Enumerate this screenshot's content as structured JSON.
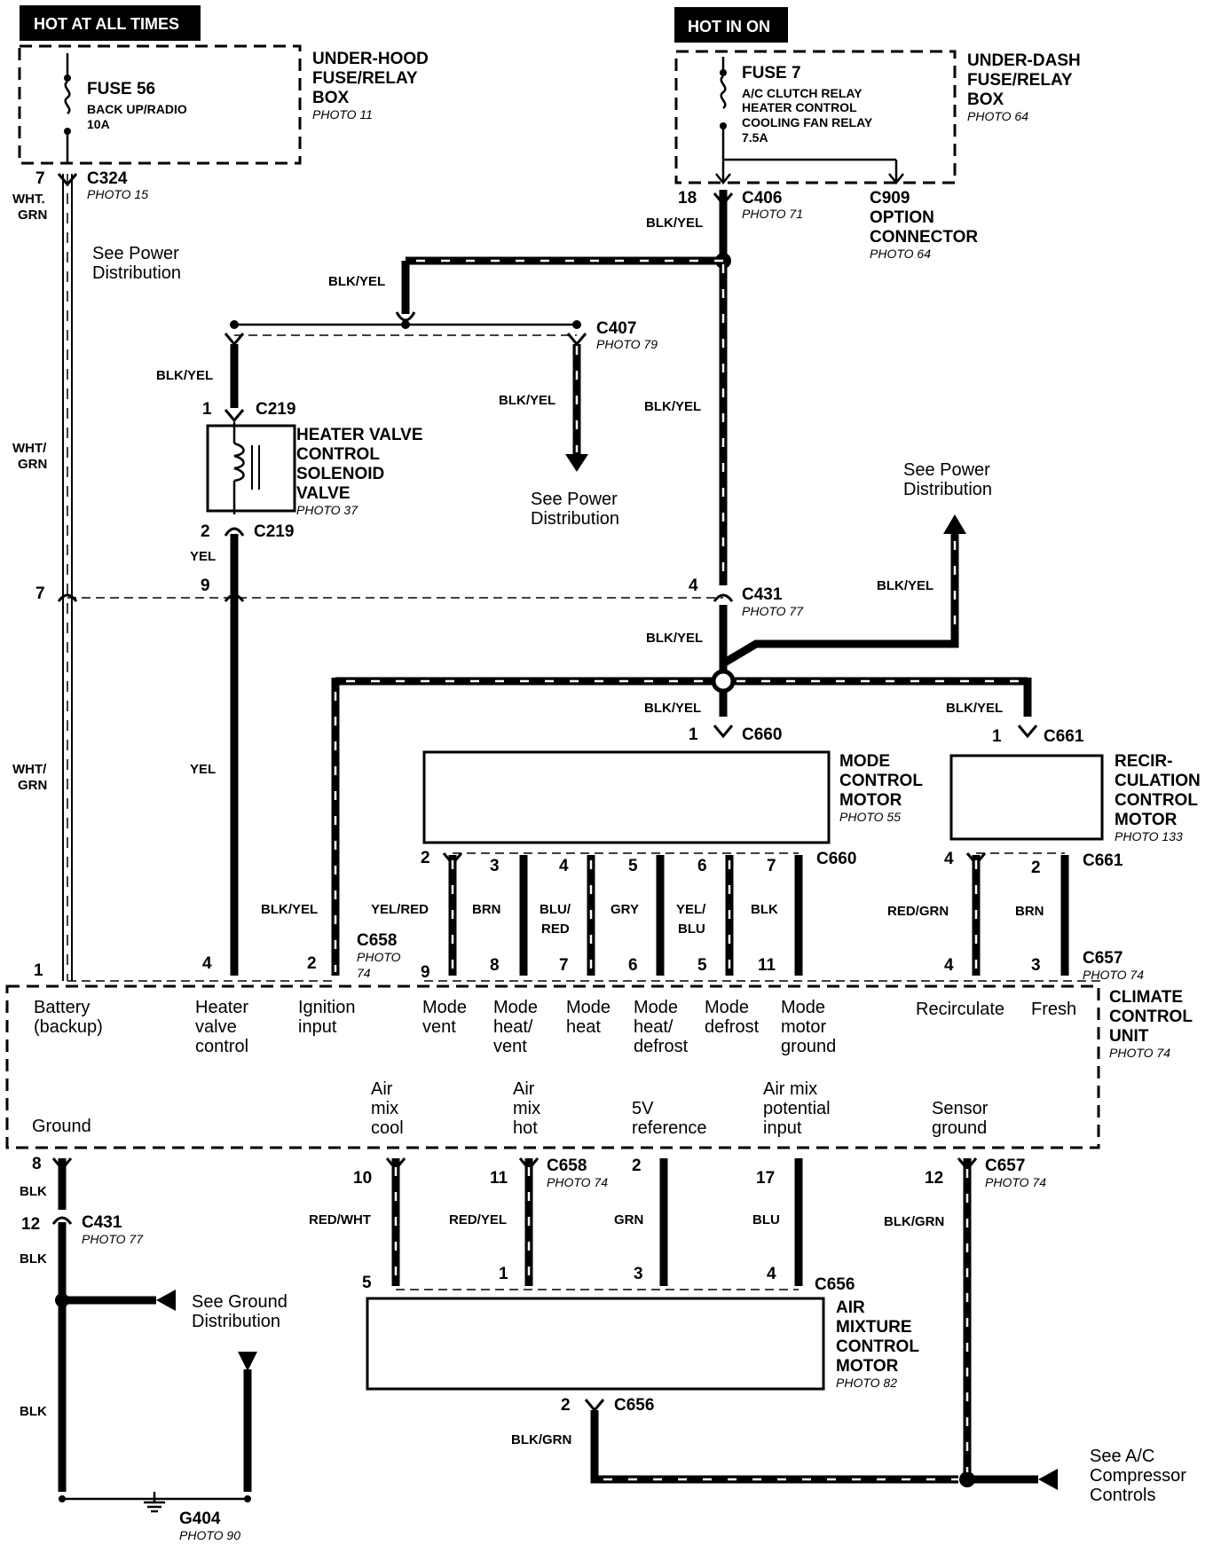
{
  "badges": {
    "hot_all": "HOT AT ALL TIMES",
    "hot_on": "HOT IN ON"
  },
  "underhood": {
    "title_l1": "UNDER-HOOD",
    "title_l2": "FUSE/RELAY",
    "title_l3": "BOX",
    "photo": "PHOTO 11",
    "fuse": "FUSE 56",
    "fuse_desc": "BACK UP/RADIO",
    "fuse_amp": "10A"
  },
  "underdash": {
    "title_l1": "UNDER-DASH",
    "title_l2": "FUSE/RELAY",
    "title_l3": "BOX",
    "photo": "PHOTO 64",
    "fuse": "FUSE 7",
    "fuse_l1": "A/C CLUTCH RELAY",
    "fuse_l2": "HEATER CONTROL",
    "fuse_l3": "COOLING FAN RELAY",
    "fuse_amp": "7.5A"
  },
  "connectors": {
    "c324": "C324",
    "c324_photo": "PHOTO 15",
    "c406": "C406",
    "c406_photo": "PHOTO 71",
    "c909_l1": "C909",
    "c909_l2": "OPTION",
    "c909_l3": "CONNECTOR",
    "c909_photo": "PHOTO 64",
    "c407": "C407",
    "c407_photo": "PHOTO 79",
    "c219": "C219",
    "c431": "C431",
    "c431_photo": "PHOTO 77",
    "c660": "C660",
    "c661": "C661",
    "c658": "C658",
    "c658_photo_a": "PHOTO",
    "c658_photo_b": "74",
    "c658_photo": "PHOTO 74",
    "c657": "C657",
    "c657_photo": "PHOTO 74",
    "c656": "C656",
    "g404": "G404",
    "g404_photo": "PHOTO 90"
  },
  "components": {
    "heater_l1": "HEATER VALVE",
    "heater_l2": "CONTROL",
    "heater_l3": "SOLENOID",
    "heater_l4": "VALVE",
    "heater_photo": "PHOTO 37",
    "mode_l1": "MODE",
    "mode_l2": "CONTROL",
    "mode_l3": "MOTOR",
    "mode_photo": "PHOTO 55",
    "recirc_l1": "RECIR-",
    "recirc_l2": "CULATION",
    "recirc_l3": "CONTROL",
    "recirc_l4": "MOTOR",
    "recirc_photo": "PHOTO 133",
    "ccu_l1": "CLIMATE",
    "ccu_l2": "CONTROL",
    "ccu_l3": "UNIT",
    "ccu_photo": "PHOTO 74",
    "air_l1": "AIR",
    "air_l2": "MIXTURE",
    "air_l3": "CONTROL",
    "air_l4": "MOTOR",
    "air_photo": "PHOTO 82"
  },
  "notes": {
    "power_l1": "See Power",
    "power_l2": "Distribution",
    "ground_l1": "See Ground",
    "ground_l2": "Distribution",
    "ac_l1": "See A/C",
    "ac_l2": "Compressor",
    "ac_l3": "Controls"
  },
  "wires": {
    "wht_grn_a": "WHT/",
    "wht_grn_b": "GRN",
    "wht_grn_dot_a": "WHT.",
    "blk_yel": "BLK/YEL",
    "yel": "YEL",
    "yel_red": "YEL/RED",
    "brn": "BRN",
    "blu_red_a": "BLU/",
    "blu_red_b": "RED",
    "gry": "GRY",
    "yel_blu_a": "YEL/",
    "yel_blu_b": "BLU",
    "blk": "BLK",
    "red_grn": "RED/GRN",
    "red_wht": "RED/WHT",
    "red_yel": "RED/YEL",
    "grn": "GRN",
    "blu": "BLU",
    "blk_grn": "BLK/GRN"
  },
  "ccu_top_labels": [
    {
      "l1": "Battery",
      "l2": "(backup)",
      "l3": ""
    },
    {
      "l1": "Heater",
      "l2": "valve",
      "l3": "control"
    },
    {
      "l1": "Ignition",
      "l2": "input",
      "l3": ""
    },
    {
      "l1": "Mode",
      "l2": "vent",
      "l3": ""
    },
    {
      "l1": "Mode",
      "l2": "heat/",
      "l3": "vent"
    },
    {
      "l1": "Mode",
      "l2": "heat",
      "l3": ""
    },
    {
      "l1": "Mode",
      "l2": "heat/",
      "l3": "defrost"
    },
    {
      "l1": "Mode",
      "l2": "defrost",
      "l3": ""
    },
    {
      "l1": "Mode",
      "l2": "motor",
      "l3": "ground"
    },
    {
      "l1": "Recirculate",
      "l2": "",
      "l3": ""
    },
    {
      "l1": "Fresh",
      "l2": "",
      "l3": ""
    }
  ],
  "ccu_bottom_labels": [
    {
      "l1": "Ground",
      "l2": "",
      "l3": ""
    },
    {
      "l1": "Air",
      "l2": "mix",
      "l3": "cool"
    },
    {
      "l1": "Air",
      "l2": "mix",
      "l3": "hot"
    },
    {
      "l1": "5V",
      "l2": "reference",
      "l3": ""
    },
    {
      "l1": "Air mix",
      "l2": "potential",
      "l3": "input"
    },
    {
      "l1": "Sensor",
      "l2": "ground",
      "l3": ""
    }
  ],
  "pins": {
    "p1": "1",
    "p2": "2",
    "p3": "3",
    "p4": "4",
    "p5": "5",
    "p6": "6",
    "p7": "7",
    "p8": "8",
    "p9": "9",
    "p10": "10",
    "p11": "11",
    "p12": "12",
    "p17": "17",
    "p18": "18"
  }
}
